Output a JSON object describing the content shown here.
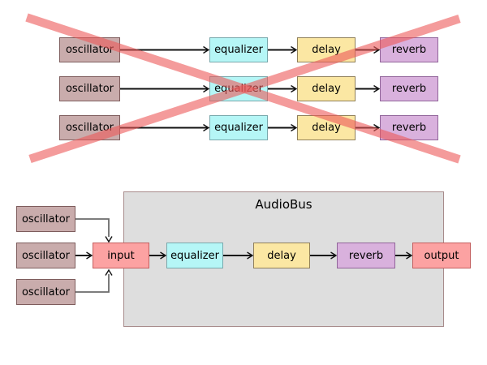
{
  "colors": {
    "oscillator_fill": "#c9acac",
    "oscillator_border": "#7e5d5d",
    "equalizer_fill": "#b5f6f6",
    "equalizer_border": "#79a8ac",
    "delay_fill": "#fbe7a3",
    "delay_border": "#90805a",
    "reverb_fill": "#d9b1dd",
    "reverb_border": "#91659a",
    "io_fill": "#fca2a2",
    "io_border": "#c45f5f",
    "bus_fill": "#dedede",
    "bus_border": "#a78b8b",
    "cross_color": "#ec5858",
    "arrow_color": "#111111",
    "elbow_color": "#6b6b6b"
  },
  "crossed_section": {
    "rows": [
      {
        "nodes": [
          "oscillator",
          "equalizer",
          "delay",
          "reverb"
        ]
      },
      {
        "nodes": [
          "oscillator",
          "equalizer",
          "delay",
          "reverb"
        ]
      },
      {
        "nodes": [
          "oscillator",
          "equalizer",
          "delay",
          "reverb"
        ]
      }
    ]
  },
  "bus_section": {
    "title": "AudioBus",
    "oscillators": [
      "oscillator",
      "oscillator",
      "oscillator"
    ],
    "chain": [
      "input",
      "equalizer",
      "delay",
      "reverb",
      "output"
    ]
  }
}
